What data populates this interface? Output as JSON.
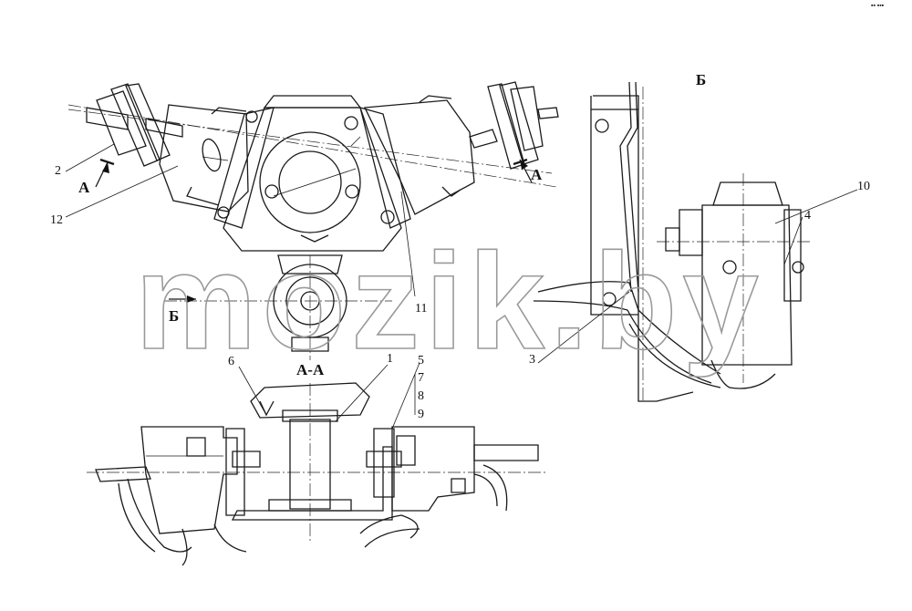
{
  "watermark": "mozik.by",
  "views": {
    "section_aa": "А-А",
    "view_b": "Б",
    "arrow_a_left": "А",
    "arrow_a_right": "А",
    "arrow_b": "Б"
  },
  "callouts": [
    "1",
    "2",
    "3",
    "4",
    "5",
    "6",
    "7",
    "8",
    "9",
    "10",
    "11",
    "12"
  ],
  "corner_mark": "▪▪ ▪▪▪"
}
